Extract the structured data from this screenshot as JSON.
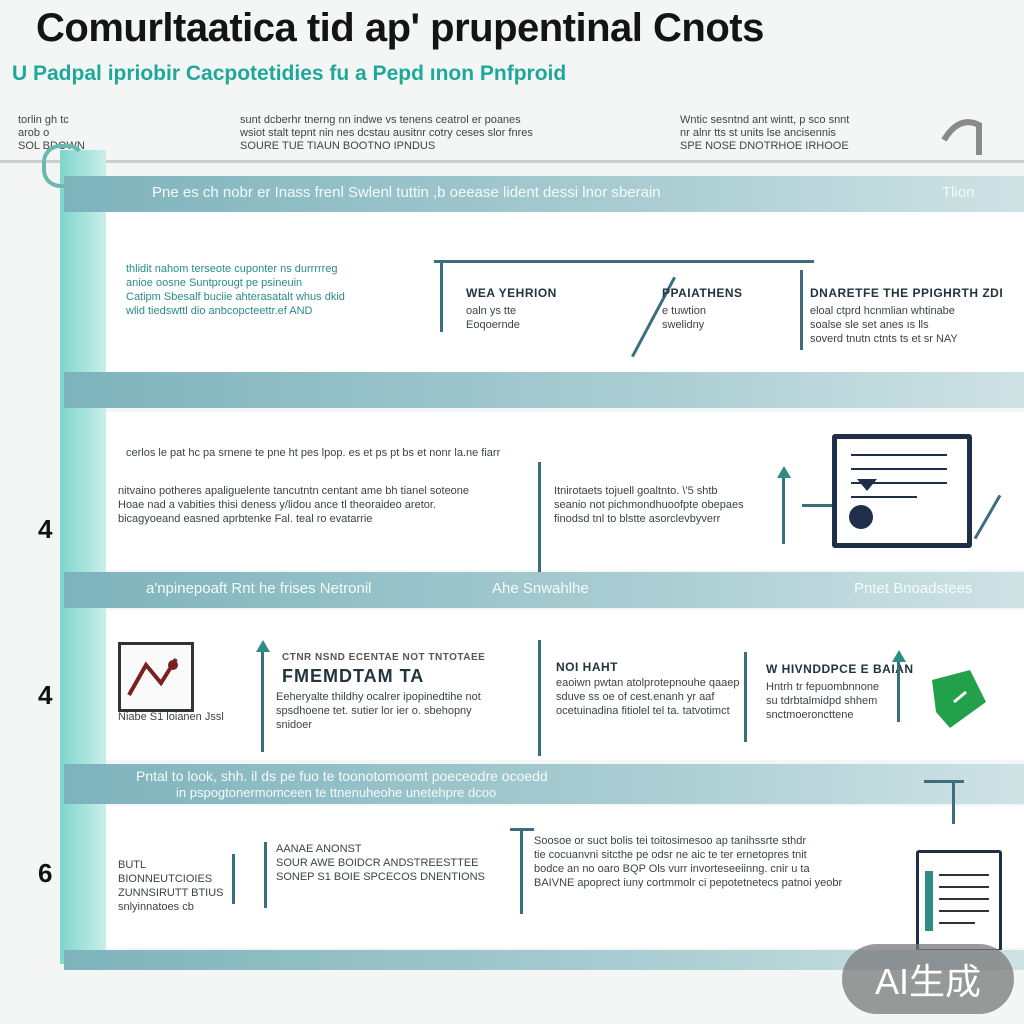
{
  "header": {
    "title": "Comurltaatica tid ap' prupentinal Cnots",
    "subtitle": "U Padpal ipriobir Cacpotetidies fu a Pepd ınon Pnfproid"
  },
  "intro": {
    "col1": "torlin gh  tc\narob   o\nSOL BDOWN",
    "col2": "sunt dcberhr tnerng nn indwe vs tenens ceatrol er poanes\nwsiot stalt tepnt nin nes dcstau ausitnr cotry ceses slor fnres\nSOURE TUE TIAUN BOOTNO IPNDUS",
    "col3": "Wntic sesntnd ant wintt, p sco snnt\nnr alnr tts st units lse ancisennis\nSPE NOSE DNOTRHOE IRHOOE"
  },
  "stages": [
    {
      "band": "Pne es ch nobr er Inass frenl Swlenl tuttin ,b oeease lident dessi lnor sberain",
      "band_right": "Tlion",
      "number": "",
      "col1": "thlidit nahom terseote cuponter ns durrrrreg\nanioe oosne Suntprougt pe psineuin\nCatipm Sbesalf buciie ahterasatalt whus dkid\nwlid tiedswttl dio anbcopcteettr.ef AND",
      "col2_head": "WEA YEHRION",
      "col2": "oaln ys tte\nEoqoernde",
      "col3_head": "PPAIATHENS",
      "col3": "e tuwtion\nswelidny",
      "col4_head": "DNARETFE THE PPIGHRTH ZDI",
      "col4": "eloal ctprd hcnmlian whtinabe\nsoalse sle set anes ıs lls\nsoverd tnutn ctnts ts et sr NAY"
    },
    {
      "band": "a'npinepoaft Rnt he frises Netronil",
      "band_center": "Ahe Snwahlhe",
      "band_right": "Pntet Bnoadstees",
      "number": "4",
      "top_line": "cerlos le pat hc pa srnene te pne ht pes lpop. es et ps pt bs et nonr la.ne fiarr",
      "col1": "nitvaino potheres apaliguelente tancutntn centant ame bh tianel soteone\nHoae nad a vabities thisi deness y/lidou ance tl theoraideo aretor.\nbicagyoeand easned aprbtenke Fal. teal ro evatarrie",
      "col2": "Itnirotaets tojuell goaltnto. \\'5 shtb\nseanio not pichmondhuoofpte obepaes\nfinodsd tnl to blstte asorclevbyverr"
    },
    {
      "band": "",
      "number": "4",
      "img_label": "Niabe S1 loianen Jssl",
      "head1": "CTNR NSND ECENTAE NOT TNTOTAEE",
      "head2": "FMEMDTAM TA",
      "col1": "Eeheryalte thildhy ocalrer ipopinedtihe not\nspsdhoene tet. sutier lor ier o. sbehopny\nsnidoer",
      "col2_head": "NOI HAHT",
      "col2": "eaoiwn pwtan atolprotepnouhe qaaep\nsduve ss oe of cest.enanh yr aaf\nocetuinadina fitiolel tel ta. tatvotimct",
      "col3_head": "W HIVNDDPCE E BAIAN",
      "col3": "Hntrh tr fepuombnnone\nsu tdrbtalmidpd shhem\nsnctmoeroncttene"
    },
    {
      "band": "Pntal to look, shh. il ds pe fuo  te toonotomoomt poeceodre ocoedd",
      "band_line2": "in pspogtonermomceen te ttnenuheohe unetehpre dcoo",
      "number": "6",
      "col1": "BUTL BIONNEUTCIOIES\nZUNNSIRUTT BTIUS\nsnlyinnatoes cb",
      "col2": "AANAE ANONST\nSOUR AWE BOIDCR  ANDSTREESTTEE\nSONEP S1 BOIE SPCECOS DNENTIONS",
      "col3": "Soosoe or suct bolis tei toitosimesoo ap tanihssrte sthdr\ntie cocuanvni sitcthe pe odsr ne aic te ter ernetopres tnit\nbodce an no   oaro BQP  Ols  vurr invorteseeiinng. cnir u ta\nBAIVNE apoprect iuny cortmmolr ci pepotetnetecs   patnoi yeobr"
    }
  ],
  "watermark": "AI生成"
}
